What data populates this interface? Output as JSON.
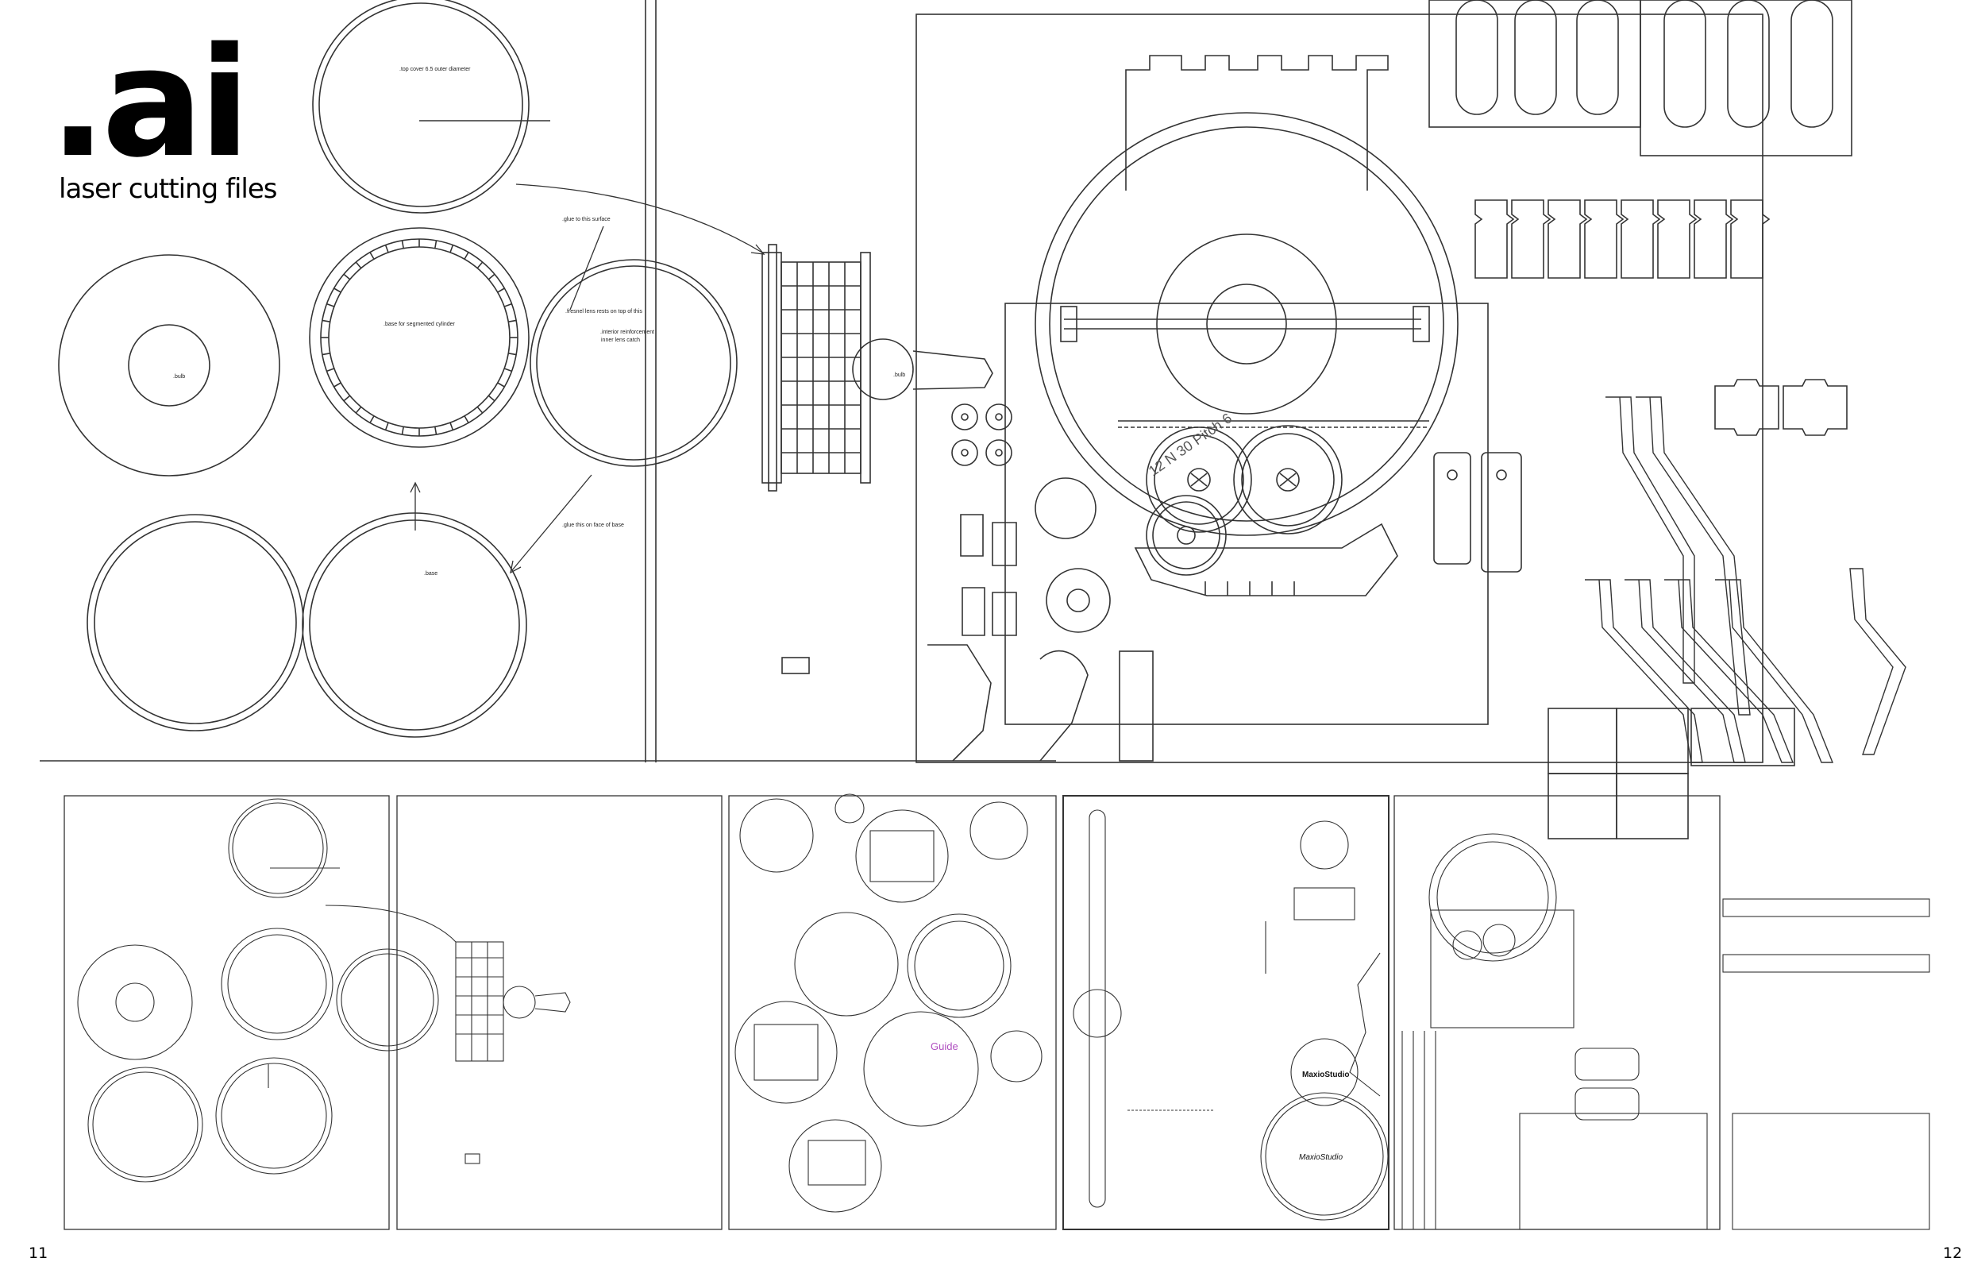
{
  "header": {
    "title": ".ai",
    "subtitle": "laser cutting files"
  },
  "pages": {
    "left": "11",
    "right": "12"
  },
  "labels": {
    "top_cover": ".top cover 6.5 outer diameter",
    "bulb": ".bulb",
    "base_segmented": ".base for segmented cylinder",
    "glue_surface": ".glue to this surface",
    "fresnel": ".fresnel lens rests on top of this",
    "interior_1": ".interior reinforcement",
    "interior_2": "inner lens catch",
    "glue_face": ".glue this on face of base",
    "base": ".base",
    "bulb_small": ".bulb"
  },
  "gear_text": {
    "pitch": "12 N 30 Pitch 6"
  },
  "overview": {
    "guide": "Guide",
    "logo1": "MaxioStudio",
    "logo2": "MaxioStudio"
  }
}
